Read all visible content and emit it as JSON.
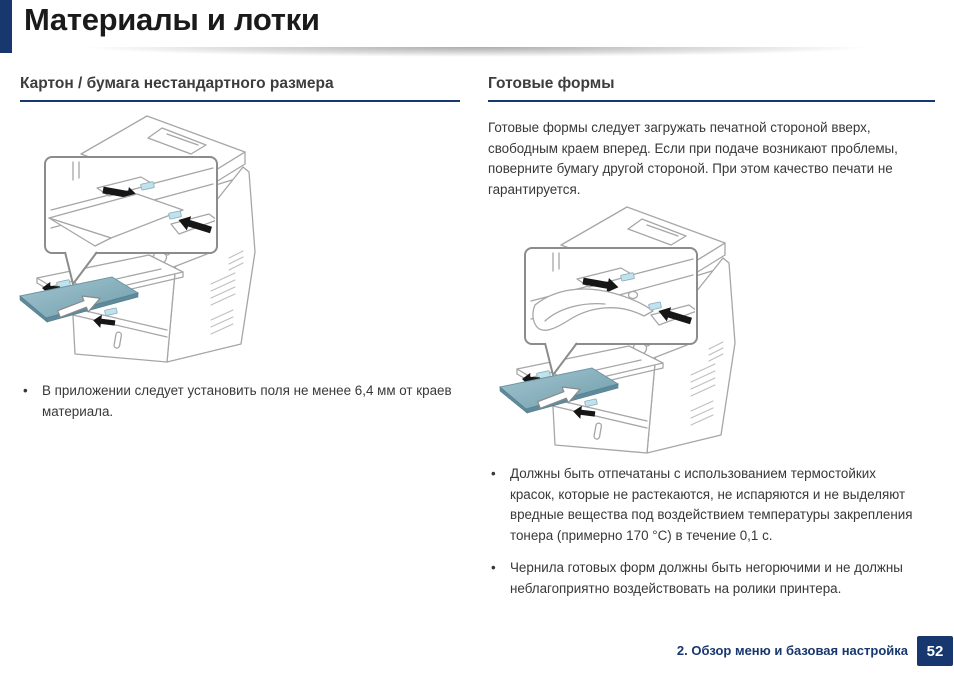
{
  "header": {
    "title": "Материалы и лотки"
  },
  "theme": {
    "accent_navy": "#17376e",
    "heading_gray": "#3d3d3d",
    "body_text": "#383838",
    "teal_paper": "#7fa9b8",
    "guide_tab_blue": "#bfe2ec"
  },
  "sections": {
    "cardstock": {
      "heading": "Картон / бумага нестандартного размера",
      "illustration": "printer-multipurpose-tray-cardstock-loading",
      "bullets": [
        "В приложении следует установить поля не менее 6,4 мм от краев материала."
      ]
    },
    "preprinted": {
      "heading": "Готовые формы",
      "intro": "Готовые формы следует загружать печатной стороной вверх, свободным краем вперед. Если при подаче возникают проблемы, поверните бумагу другой стороной. При этом качество печати не гарантируется.",
      "illustration": "printer-multipurpose-tray-preprinted-forms-loading",
      "bullets": [
        "Должны быть отпечатаны с использованием термостойких красок, которые не растекаются, не испаряются и не выделяют вредные вещества под воздействием температуры закрепления тонера (примерно 170 °C) в течение 0,1 с.",
        "Чернила готовых форм должны быть негорючими и не должны неблагоприятно воздействовать на ролики принтера."
      ]
    }
  },
  "footer": {
    "section_label": "2. Обзор меню и базовая настройка",
    "page_number": "52"
  }
}
